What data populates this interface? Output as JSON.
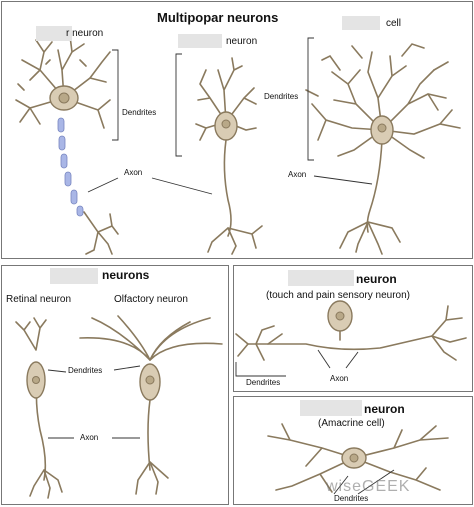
{
  "title": "Multipopar neurons",
  "top": {
    "left_label": "r neuron",
    "middle_label": "neuron",
    "right_label": "cell",
    "dendrites_left": "Dendrites",
    "dendrites_right": "Dendrites",
    "axon_left": "Axon",
    "axon_right": "Axon"
  },
  "bottom_left": {
    "header": "neurons",
    "retinal": "Retinal neuron",
    "olfactory": "Olfactory neuron",
    "dendrites": "Dendrites",
    "axon": "Axon"
  },
  "bottom_right_top": {
    "header": "neuron",
    "subtitle": "(touch and pain sensory neuron)",
    "dendrites": "Dendrites",
    "axon": "Axon"
  },
  "bottom_right_bottom": {
    "header": "neuron",
    "subtitle": "(Amacrine cell)",
    "dendrites": "Dendrites"
  },
  "watermark": "wiseGEEK",
  "colors": {
    "neuron_fill": "#d9ccb4",
    "neuron_stroke": "#8a7a5e",
    "myelin": "#a9b6e6",
    "masked": "#e4e4e4"
  }
}
